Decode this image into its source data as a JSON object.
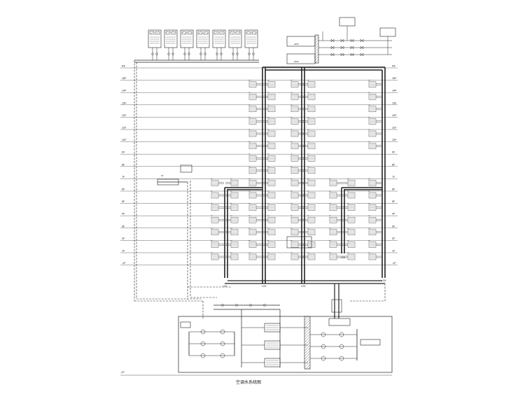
{
  "drawing": {
    "title": "空调水系统图",
    "floors": [
      "RF",
      "15F",
      "14F",
      "13F",
      "12F",
      "11F",
      "10F",
      "9F",
      "8F",
      "7F",
      "6F",
      "5F",
      "4F",
      "3F",
      "2F",
      "1F",
      "-1F"
    ],
    "basement": "-2F",
    "risers": [
      "LG1",
      "LG2",
      "LG3",
      "LG4",
      "LG5"
    ],
    "voltage": "220V"
  }
}
